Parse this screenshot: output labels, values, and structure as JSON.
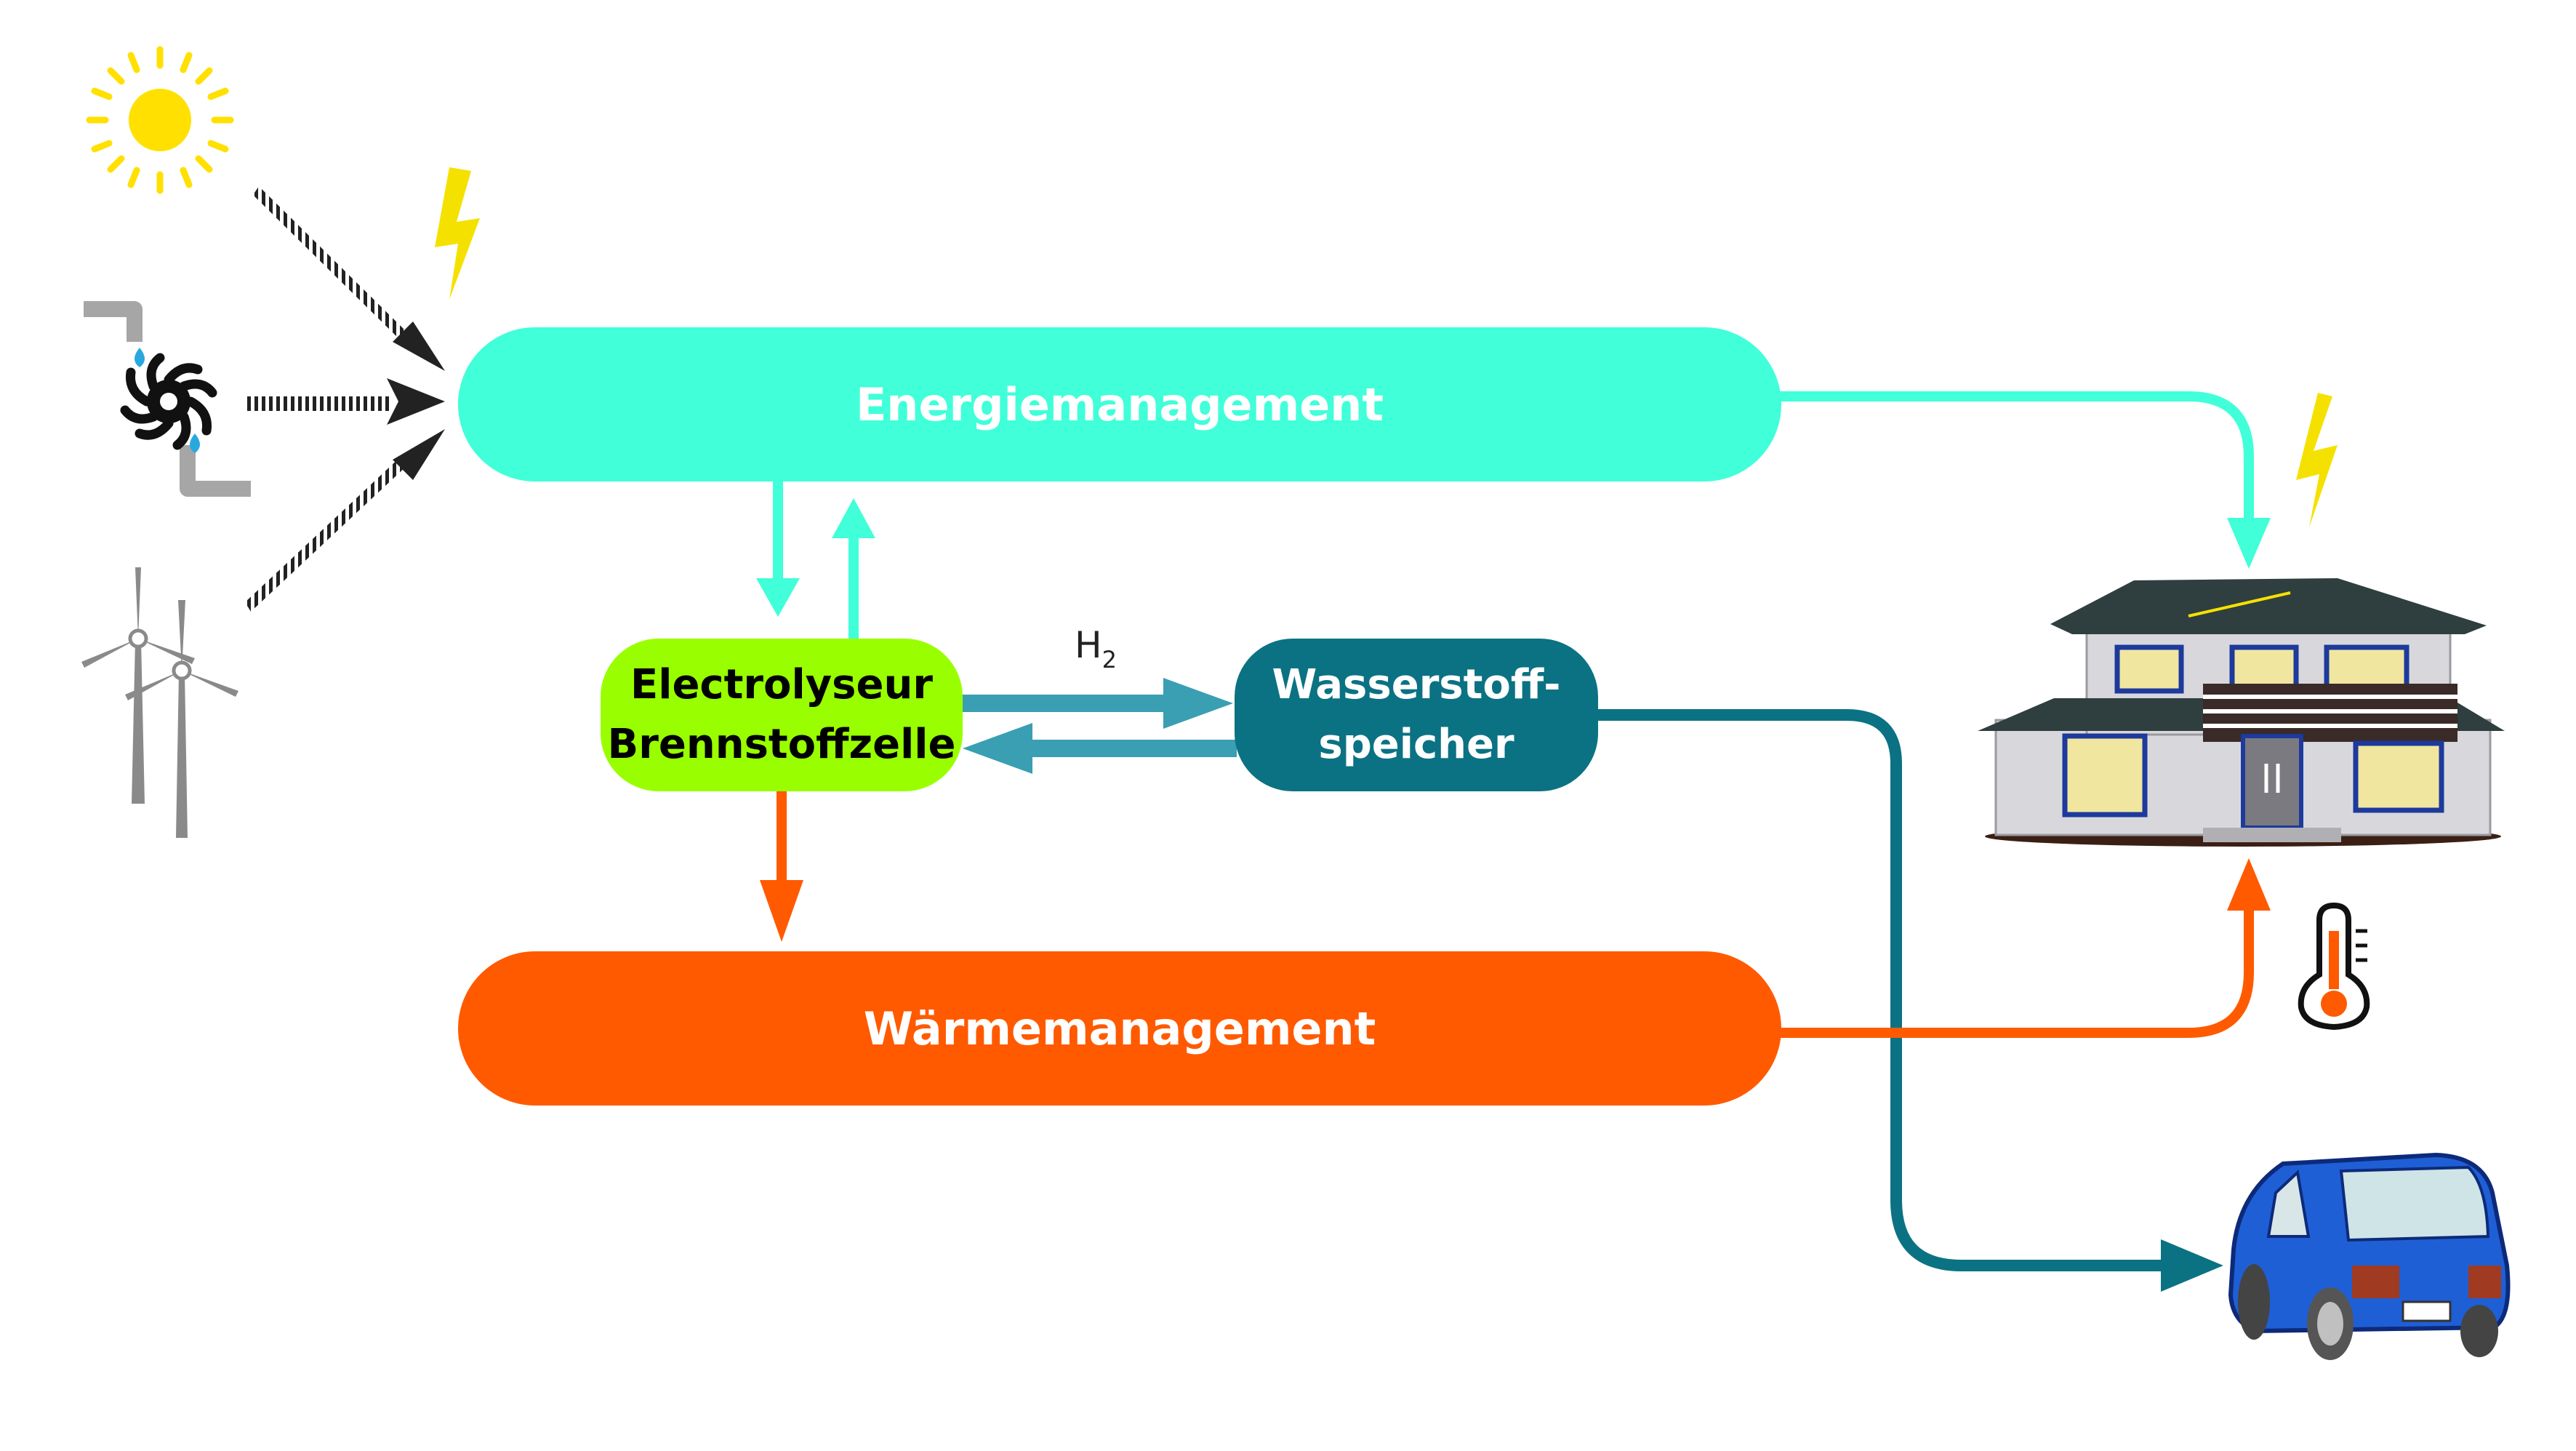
{
  "blocks": {
    "energy": "Energiemanagement",
    "heat": "Wärmemanagement",
    "electrolyser_line1": "Electrolyseur",
    "electrolyser_line2": "Brennstoffzelle",
    "storage_line1": "Wasserstoff-",
    "storage_line2": "speicher"
  },
  "h2_label": {
    "main": "H",
    "subscript": "2"
  },
  "icons": [
    "sun-icon",
    "lightning-icon",
    "water-turbine-icon",
    "wind-turbine-icon",
    "house-icon",
    "thermometer-icon",
    "car-icon"
  ],
  "colors": {
    "energy": "#40ffd9",
    "heat": "#ff5a00",
    "electrolyser": "#99ff00",
    "storage": "#0b7283",
    "h2_arrows": "#3a9fb3",
    "lightning": "#f5e100",
    "input_arrows": "#222222"
  }
}
